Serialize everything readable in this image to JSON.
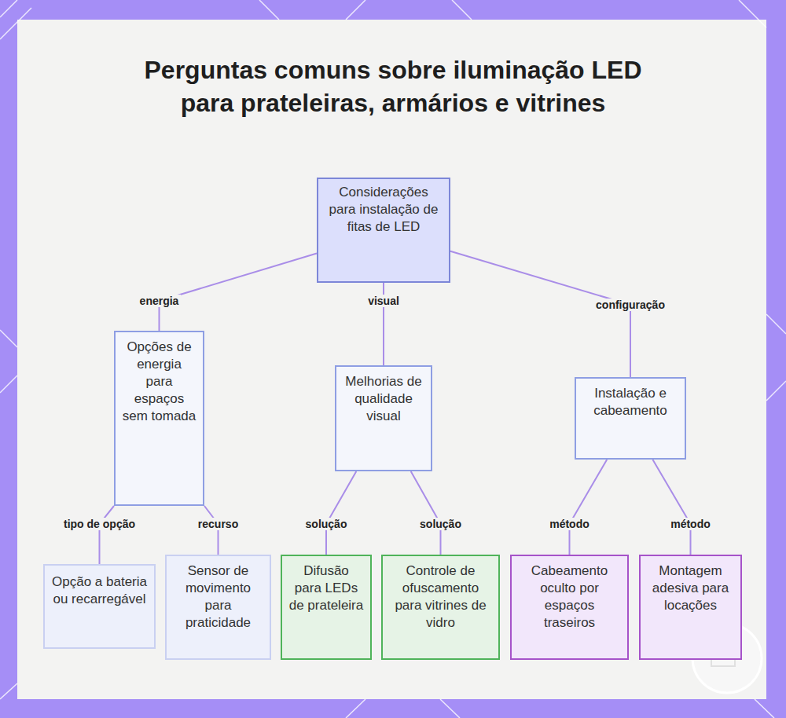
{
  "diagram": {
    "title": "Perguntas comuns sobre iluminação LED para prateleiras, armários e vitrines",
    "nodes": [
      {
        "text": [
          "Considerações para instalação de fitas de LED"
        ]
      },
      {
        "text": [
          "Opções de energia para espaços sem tomada"
        ]
      },
      {
        "text": [
          "Melhorias de qualidade visual"
        ]
      },
      {
        "text": [
          "Instalação e cabeamento"
        ]
      },
      {
        "text": [
          "Opção a bateria ou recarregável"
        ]
      },
      {
        "text": [
          "Sensor de movimento para praticidade"
        ]
      },
      {
        "text": [
          "Difusão para LEDs de prateleira"
        ]
      },
      {
        "text": [
          "Controle de ofuscamento para vitrines de vidro"
        ]
      },
      {
        "text": [
          "Cabeamento oculto por espaços traseiros"
        ]
      },
      {
        "text": [
          "Montagem adesiva para locações"
        ]
      }
    ],
    "edges": [
      {
        "from": 0,
        "to": 1,
        "label": "energia",
        "arrow": "none"
      },
      {
        "from": 0,
        "to": 2,
        "label": "visual",
        "arrow": "none"
      },
      {
        "from": 0,
        "to": 3,
        "label": "configuração",
        "arrow": "none"
      },
      {
        "from": 1,
        "to": 4,
        "label": "tipo de opção",
        "arrow": "none"
      },
      {
        "from": 1,
        "to": 5,
        "label": "recurso",
        "arrow": "none"
      },
      {
        "from": 2,
        "to": 6,
        "label": "solução",
        "arrow": "none"
      },
      {
        "from": 2,
        "to": 7,
        "label": "solução",
        "arrow": "none"
      },
      {
        "from": 3,
        "to": 8,
        "label": "método",
        "arrow": "none"
      },
      {
        "from": 3,
        "to": 9,
        "label": "método",
        "arrow": "none"
      }
    ]
  }
}
